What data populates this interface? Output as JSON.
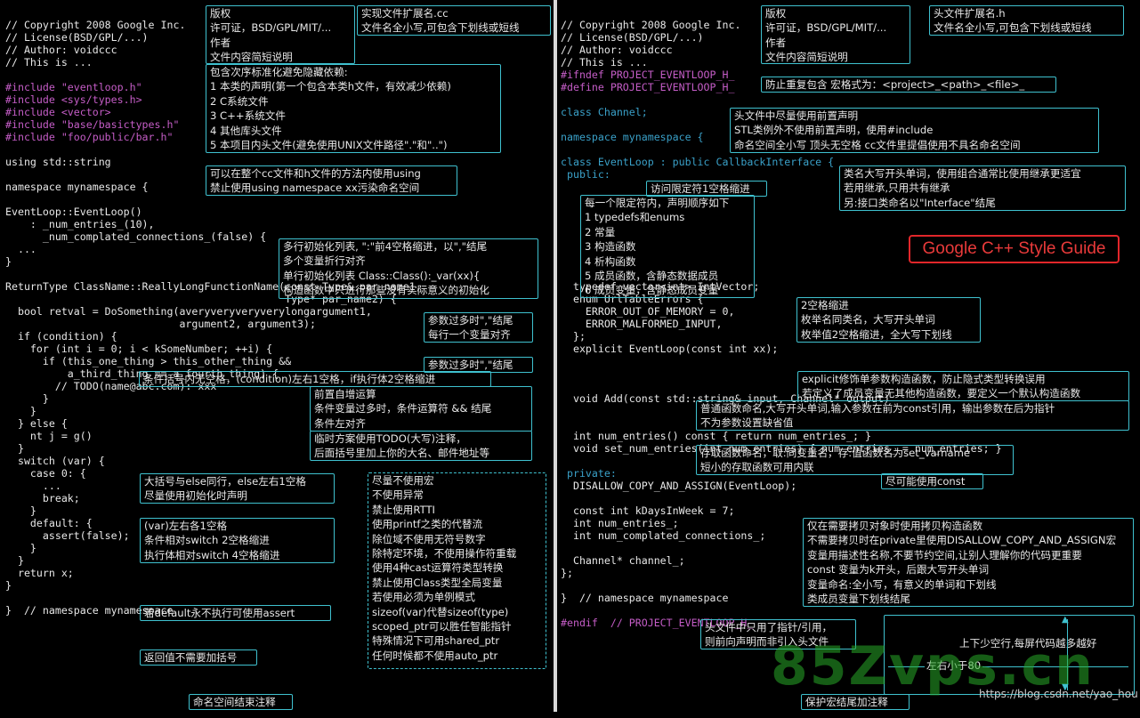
{
  "left": {
    "lines": [
      "// Copyright 2008 Google Inc.",
      "// License(BSD/GPL/...)",
      "// Author: voidccc",
      "// This is ...",
      "",
      "#include \"eventloop.h\"",
      "#include <sys/types.h>",
      "#include <vector>",
      "#include \"base/basictypes.h\"",
      "#include \"foo/public/bar.h\"",
      "",
      "using std::string",
      "",
      "namespace mynamespace {",
      "",
      "EventLoop::EventLoop()",
      "    : _num_entries_(10),",
      "      _num_complated_connections_(false) {",
      "  ...",
      "}",
      "",
      "ReturnType ClassName::ReallyLongFunctionName(const Type& par_name1,",
      "                                             Type* par_name2) {",
      "  bool retval = DoSomething(averyveryveryverylongargument1,",
      "                            argument2, argument3);",
      "  if (condition) {",
      "    for (int i = 0; i < kSomeNumber; ++i) {",
      "      if (this_one_thing > this_other_thing &&",
      "          a_third_thing == a_fourth_thing) {",
      "        // TODO(name@abc.com): xxx",
      "      }",
      "    }",
      "  } else {",
      "    nt j = g()",
      "  }",
      "  switch (var) {",
      "    case 0: {",
      "      ...",
      "      break;",
      "    }",
      "    default: {",
      "      assert(false);",
      "    }",
      "  }",
      "  return x;",
      "}",
      "",
      "}  // namespace mynamespace"
    ]
  },
  "right": {
    "lines": [
      "// Copyright 2008 Google Inc.",
      "// License(BSD/GPL/...)",
      "// Author: voidccc",
      "// This is ...",
      "#ifndef PROJECT_EVENTLOOP_H_",
      "#define PROJECT_EVENTLOOP_H_",
      "",
      "class Channel;",
      "",
      "namespace mynamespace {",
      "",
      "class EventLoop : public CallbackInterface {",
      " public:",
      "",
      "",
      "",
      "",
      "",
      "",
      "",
      "",
      "  typedef vector<int> IntVector;",
      "  enum UrlTableErrors {",
      "    ERROR_OUT_OF_MEMORY = 0,",
      "    ERROR_MALFORMED_INPUT,",
      "  };",
      "  explicit EventLoop(const int xx);",
      "",
      "",
      "",
      "  void Add(const std::string& input, Channel* output)",
      "",
      "",
      "  int num_entries() const { return num_entries_; }",
      "  void set_num_entries(int num_entries) { num_entries_ = num_entries; }",
      "",
      " private:",
      "  DISALLOW_COPY_AND_ASSIGN(EventLoop);",
      "",
      "  const int kDaysInWeek = 7;",
      "  int num_entries_;",
      "  int num_complated_connections_;",
      "",
      "  Channel* channel_;",
      "};",
      "",
      "}  // namespace mynamespace",
      "",
      "#endif  // PROJECT_EVENTLOOP_H_"
    ]
  },
  "notes": [
    {
      "id": "l-file-header",
      "text": "版权\n许可证，BSD/GPL/MIT/...\n作者\n文件内容简短说明"
    },
    {
      "id": "l-file-ext",
      "text": "实现文件扩展名.cc\n文件名全小写,可包含下划线或短线"
    },
    {
      "id": "l-include-order",
      "text": "包含次序标准化避免隐藏依赖:\n1 本类的声明(第一个包含本类h文件，有效减少依赖)\n2 C系统文件\n3 C++系统文件\n4 其他库头文件\n5 本项目内头文件(避免使用UNIX文件路径\".\"和\"..\")"
    },
    {
      "id": "l-using",
      "text": "可以在整个cc文件和h文件的方法内使用using\n禁止使用using namespace xx污染命名空间"
    },
    {
      "id": "l-init-list",
      "text": "多行初始化列表, \":\"前4空格缩进，以\",\"结尾\n多个变量折行对齐\n单行初始化列表 Class::Class():_var(xx){\n构造函数中只进行那些没有实际意义的初始化"
    },
    {
      "id": "l-params",
      "text": "参数过多时\",\"结尾\n每行一个变量对齐"
    },
    {
      "id": "l-params2",
      "text": "参数过多时\",\"结尾"
    },
    {
      "id": "l-if-paren",
      "text": "条件括号内无空格，(condition)左右1空格，if执行体2空格缩进"
    },
    {
      "id": "l-for-ops",
      "text": "前置自增运算\n条件变量过多时，条件运算符 && 结尾\n条件左对齐"
    },
    {
      "id": "l-todo",
      "text": "临时方案使用TODO(大写)注释，\n后面括号里加上你的大名、邮件地址等"
    },
    {
      "id": "l-else",
      "text": "大括号与else同行，else左右1空格\n尽量使用初始化时声明"
    },
    {
      "id": "l-switch",
      "text": "(var)左右各1空格\n条件相对switch 2空格缩进\n执行体相对switch 4空格缩进"
    },
    {
      "id": "l-default",
      "text": "若default永不执行可使用assert"
    },
    {
      "id": "l-return",
      "text": "返回值不需要加括号"
    },
    {
      "id": "l-ns-end",
      "text": "命名空间结束注释"
    },
    {
      "id": "l-rules",
      "text": "尽量不使用宏\n不使用异常\n禁止使用RTTI\n使用printf之类的代替流\n除位域不使用无符号数字\n除特定环境，不使用操作符重载\n使用4种cast运算符类型转换\n禁止使用Class类型全局变量\n若使用必须为单例模式\nsizeof(var)代替sizeof(type)\nscoped_ptr可以胜任智能指针\n特殊情况下可用shared_ptr\n任何时候都不使用auto_ptr"
    },
    {
      "id": "r-file-header",
      "text": "版权\n许可证，BSD/GPL/MIT/...\n作者\n文件内容简短说明"
    },
    {
      "id": "r-file-ext",
      "text": "头文件扩展名.h\n文件名全小写,可包含下划线或短线"
    },
    {
      "id": "r-guard",
      "text": "防止重复包含 宏格式为：<project>_<path>_<file>_"
    },
    {
      "id": "r-forward",
      "text": "头文件中尽量使用前置声明\nSTL类例外不使用前置声明，使用#include\n命名空间全小写 顶头无空格 cc文件里提倡使用不具名命名空间"
    },
    {
      "id": "r-class-name",
      "text": "类名大写开头单词，使用组合通常比使用继承更适宜\n若用继承,只用共有继承\n另:接口类命名以\"Interface\"结尾"
    },
    {
      "id": "r-access",
      "text": "访问限定符1空格缩进"
    },
    {
      "id": "r-decl-order",
      "text": "每一个限定符内，声明顺序如下\n1 typedefs和enums\n2 常量\n3 构造函数\n4 析构函数\n5 成员函数，含静态数据成员\n6 成员变量，含静态成员变量"
    },
    {
      "id": "r-enum",
      "text": "2空格缩进\n枚举名同类名，大写开头单词\n枚举值2空格缩进，全大写下划线"
    },
    {
      "id": "r-explicit",
      "text": "explicit修饰单参数构造函数，防止隐式类型转换误用\n若定义了成员变量无其他构造函数，要定义一个默认构造函数"
    },
    {
      "id": "r-func-name",
      "text": "普通函数命名,大写开头单词,输入参数在前为const引用，输出参数在后为指针\n不为参数设置缺省值"
    },
    {
      "id": "r-accessor",
      "text": "存取函数命名，取:同变量名，存:值函数名为set_varname\n短小的存取函数可用内联"
    },
    {
      "id": "r-const",
      "text": "尽可能使用const"
    },
    {
      "id": "r-private",
      "text": "仅在需要拷贝对象时使用拷贝构造函数\n不需要拷贝时在private里使用DISALLOW_COPY_AND_ASSIGN宏\n变量用描述性名称,不要节约空间,让别人理解你的代码更重要\nconst 变量为k开头，后跟大写开头单词\n变量命名:全小写，有意义的单词和下划线\n类成员变量下划线结尾"
    },
    {
      "id": "r-ptr",
      "text": "头文件中只用了指针/引用，\n则前向声明而非引入头文件"
    },
    {
      "id": "r-space",
      "text": "上下少空行,每屏代码越多越好"
    },
    {
      "id": "r-left-lt-80",
      "text": "左右小于80"
    },
    {
      "id": "r-endif",
      "text": "保护宏结尾加注释"
    }
  ],
  "brand": {
    "title": "Google C++ Style Guide"
  },
  "watermark": {
    "big": "85Zvps.cn",
    "url": "https://blog.csdn.net/yao_hou"
  },
  "colors": {
    "background": "#000000",
    "note_border": "#3fc1cf",
    "keyword": "#3aa1c9",
    "preprocessor": "#c55dc7",
    "string": "#d9c44a",
    "brand": "#e1262a"
  }
}
